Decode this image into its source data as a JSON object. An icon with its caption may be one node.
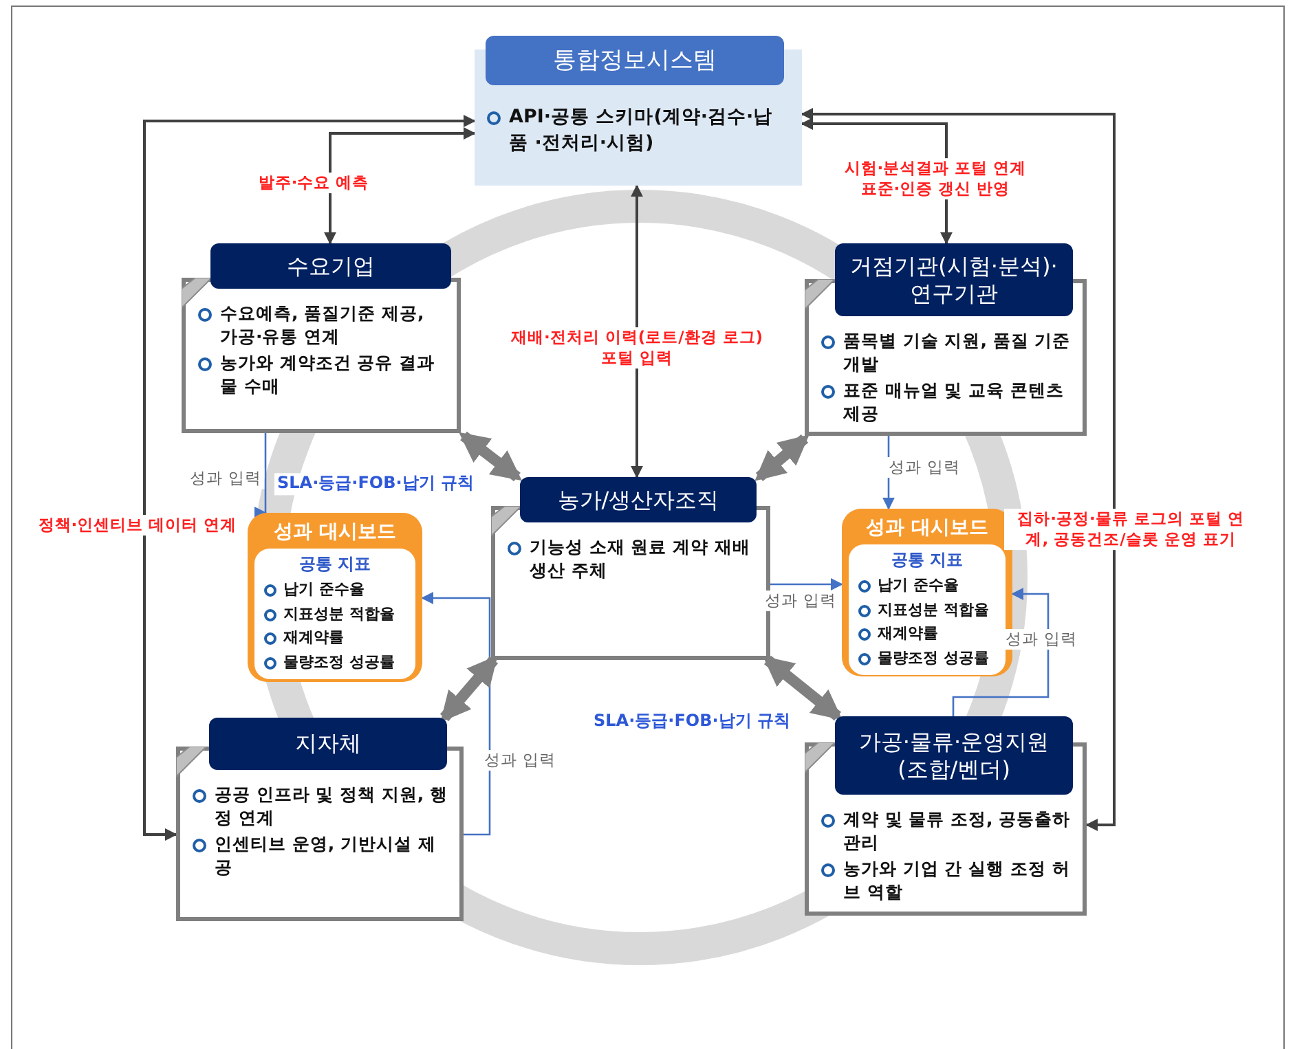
{
  "diagram": {
    "nodes": [
      {
        "text": [
          "통합정보시스템",
          "API·공통 스키마(계약·검수·납품 ·전처리·시험)"
        ]
      },
      {
        "text": [
          "수요기업",
          "수요예측, 품질기준 제공, 가공·유통 연계",
          "농가와 계약조건 공유 결과물 수매"
        ]
      },
      {
        "text": [
          "거점기관(시험·분석)· 연구기관",
          "품목별 기술 지원, 품질 기준 개발",
          "표준 매뉴얼 및 교육 콘텐츠 제공"
        ]
      },
      {
        "text": [
          "성과 대시보드",
          "공통 지표",
          "납기 준수율",
          "지표성분 적합율",
          "재계약률",
          "물량조정 성공률"
        ]
      },
      {
        "text": [
          "농가/생산자조직",
          "기능성 소재 원료 계약 재배 생산 주체"
        ]
      },
      {
        "text": [
          "성과 대시보드",
          "공통 지표",
          "납기 준수율",
          "지표성분 적합율",
          "재계약률",
          "물량조정 성공률"
        ]
      },
      {
        "text": [
          "지자체",
          "공공 인프라 및 정책 지원, 행정 연계",
          "인센티브 운영, 기반시설 제공"
        ]
      },
      {
        "text": [
          "가공·물류·운영지원 (조합/벤더)",
          "계약 및 물류 조정, 공동출하 관리",
          "농가와 기업 간 실행 조정 허브 역할"
        ]
      }
    ],
    "edges": [
      {
        "from": 0,
        "to": 1,
        "arrow": "both",
        "label": "발주·수요 예측"
      },
      {
        "from": 0,
        "to": 6,
        "arrow": "both",
        "label": "정책·인센티브 데이터 연계"
      },
      {
        "from": 4,
        "to": 0,
        "arrow": "both",
        "label": "재배·전처리 이력(로트/환경 로그) 포털 입력"
      },
      {
        "from": 0,
        "to": 2,
        "arrow": "both",
        "label": "시험·분석결과 포털 연계 표준·인증 갱신 반영"
      },
      {
        "from": 0,
        "to": 7,
        "arrow": "both",
        "label": "집하·공정·물류 로그의 포털 연계, 공동건조/슬롯 운영 표기"
      },
      {
        "from": 1,
        "to": 3,
        "arrow": "to",
        "label": "성과 입력",
        "color": "#4472c4"
      },
      {
        "from": 6,
        "to": 3,
        "arrow": "to",
        "label": "성과 입력",
        "color": "#4472c4"
      },
      {
        "from": 2,
        "to": 5,
        "arrow": "to",
        "label": "성과 입력",
        "color": "#4472c4"
      },
      {
        "from": 4,
        "to": 5,
        "arrow": "to",
        "label": "성과 입력",
        "color": "#4472c4"
      },
      {
        "from": 7,
        "to": 5,
        "arrow": "to",
        "label": "성과 입력",
        "color": "#4472c4"
      },
      {
        "from": 1,
        "to": 4,
        "arrow": "both",
        "label": "SLA·등급·FOB·납기 규칙",
        "style": "thick",
        "color": "#808080"
      },
      {
        "from": 4,
        "to": 2,
        "arrow": "both",
        "style": "thick",
        "color": "#808080"
      },
      {
        "from": 4,
        "to": 6,
        "arrow": "both",
        "style": "thick",
        "color": "#808080"
      },
      {
        "from": 4,
        "to": 7,
        "arrow": "both",
        "label": "SLA·등급·FOB·납기 규칙",
        "style": "thick",
        "color": "#808080"
      }
    ]
  }
}
